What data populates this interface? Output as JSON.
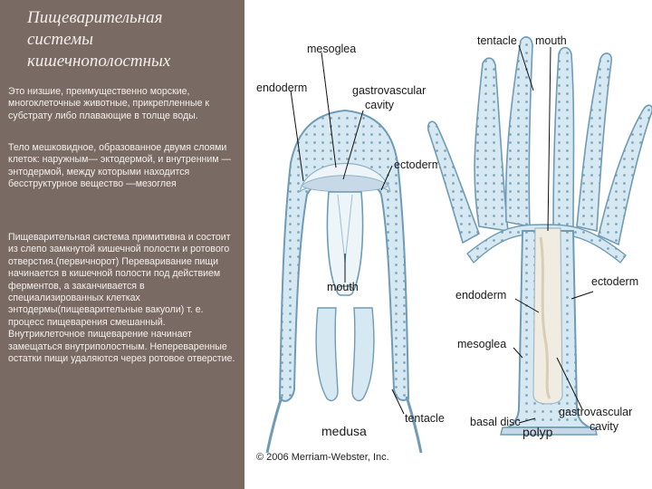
{
  "sidebar": {
    "title_lines": [
      "Пищеварительная",
      "системы",
      "кишечнополостных"
    ],
    "paragraphs": [
      "Это низшие, преимущественно морские, многоклеточные животные, прикрепленные к субстрату либо плавающие в толще воды.",
      "Тело мешковидное, образованное двумя слоями клеток: наружным— эктодермой, и внутренним — энтодермой, между которыми находится бесструктурное вещество —мезоглея",
      "Пищеварительная система примитивна и состоит из слепо замкнутой кишечной полости и ротового отверстия.(первичнорот) Переваривание пищи начинается в кишечной полости под действием ферментов, а заканчивается в специализированных клетках энтодермы(пищеварительные вакуоли) т. е. процесс пищеварения смешанный. Внутриклеточное пищеварение начинает замещаться внутриполостным. Непереваренные остатки пищи удаляются через ротовое отверстие."
    ]
  },
  "diagram": {
    "medusa_labels": {
      "mesoglea": "mesoglea",
      "endoderm": "endoderm",
      "gastrovascular": "gastrovascular",
      "cavity": "cavity",
      "ectoderm": "ectoderm",
      "mouth": "mouth",
      "tentacle": "tentacle",
      "name": "medusa"
    },
    "polyp_labels": {
      "tentacle": "tentacle",
      "mouth": "mouth",
      "ectoderm": "ectoderm",
      "endoderm": "endoderm",
      "mesoglea": "mesoglea",
      "basal_disc": "basal disc",
      "gastrovascular": "gastrovascular",
      "cavity": "cavity",
      "name": "polyp"
    },
    "copyright": "© 2006 Merriam-Webster, Inc."
  },
  "colors": {
    "sidebar_bg": "#7a6a64",
    "tissue_fill": "#d6e8f2",
    "tissue_stroke": "#6f9bb5",
    "cavity_fill": "#f4f8fb"
  }
}
